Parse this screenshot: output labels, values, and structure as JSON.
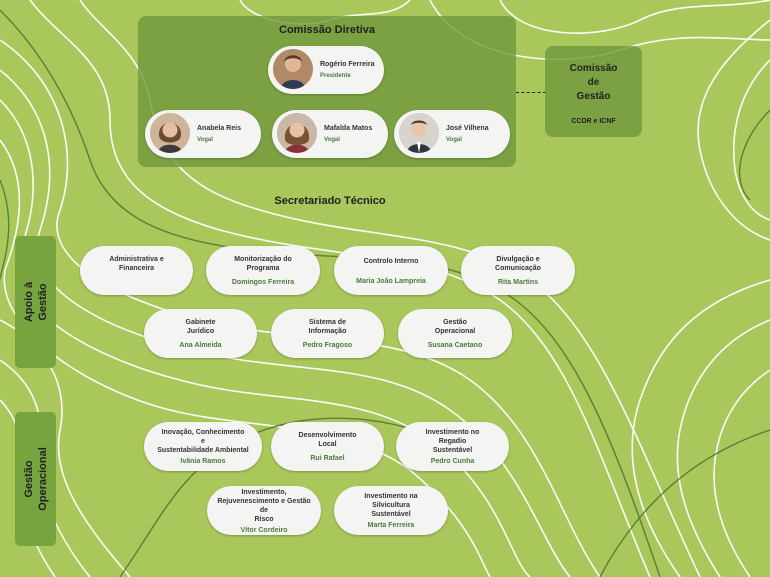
{
  "colors": {
    "background": "#a9c75a",
    "panel": "#6e963c",
    "pill": "#f4f4f2",
    "accent": "#4b7a3c",
    "contour": "#ffffff",
    "contour_dark": "#4f7a34"
  },
  "direcao": {
    "title": "Comissão Diretiva",
    "presidente": {
      "name": "Rogério Ferreira",
      "role": "Presidente"
    },
    "vogais": [
      {
        "name": "Anabela Reis",
        "role": "Vogal"
      },
      {
        "name": "Mafalda Matos",
        "role": "Vogal"
      },
      {
        "name": "José Vilhena",
        "role": "Vogal"
      }
    ]
  },
  "gestao": {
    "title_line1": "Comissão",
    "title_line2": "de",
    "title_line3": "Gestão",
    "subtitle": "CCDR e ICNF"
  },
  "secretariado": {
    "title": "Secretariado Técnico"
  },
  "apoio": {
    "label_line1": "Apoio à",
    "label_line2": "Gestão",
    "units": [
      {
        "lines": [
          "Administrativa e",
          "Financeira"
        ],
        "person": ""
      },
      {
        "lines": [
          "Monitorização do",
          "Programa"
        ],
        "person": "Domingos Ferreira"
      },
      {
        "lines": [
          "Controlo Interno"
        ],
        "person": "Maria João Lampreia"
      },
      {
        "lines": [
          "Divulgação e",
          "Comunicação"
        ],
        "person": "Rita Martins"
      },
      {
        "lines": [
          "Gabinete",
          "Jurídico"
        ],
        "person": "Ana Almeida"
      },
      {
        "lines": [
          "Sistema de",
          "Informação"
        ],
        "person": "Pedro Fragoso"
      },
      {
        "lines": [
          "Gestão",
          "Operacional"
        ],
        "person": "Susana Caetano"
      }
    ]
  },
  "operacional": {
    "label_line1": "Gestão",
    "label_line2": "Operacional",
    "units": [
      {
        "lines": [
          "Inovação, Conhecimento",
          "e",
          "Sustentabilidade Ambiental"
        ],
        "person": "Ivânia Ramos"
      },
      {
        "lines": [
          "Desenvolvimento",
          "Local"
        ],
        "person": "Rui Rafael"
      },
      {
        "lines": [
          "Investimento no",
          "Regadio",
          "Sustentável"
        ],
        "person": "Pedro Cunha"
      },
      {
        "lines": [
          "Investimento,",
          "Rejuvenescimento e Gestão de",
          "Risco"
        ],
        "person": "Vítor Cordeiro"
      },
      {
        "lines": [
          "Investimento na",
          "Silvicultura",
          "Sustentável"
        ],
        "person": "Marta Ferreira"
      }
    ]
  }
}
